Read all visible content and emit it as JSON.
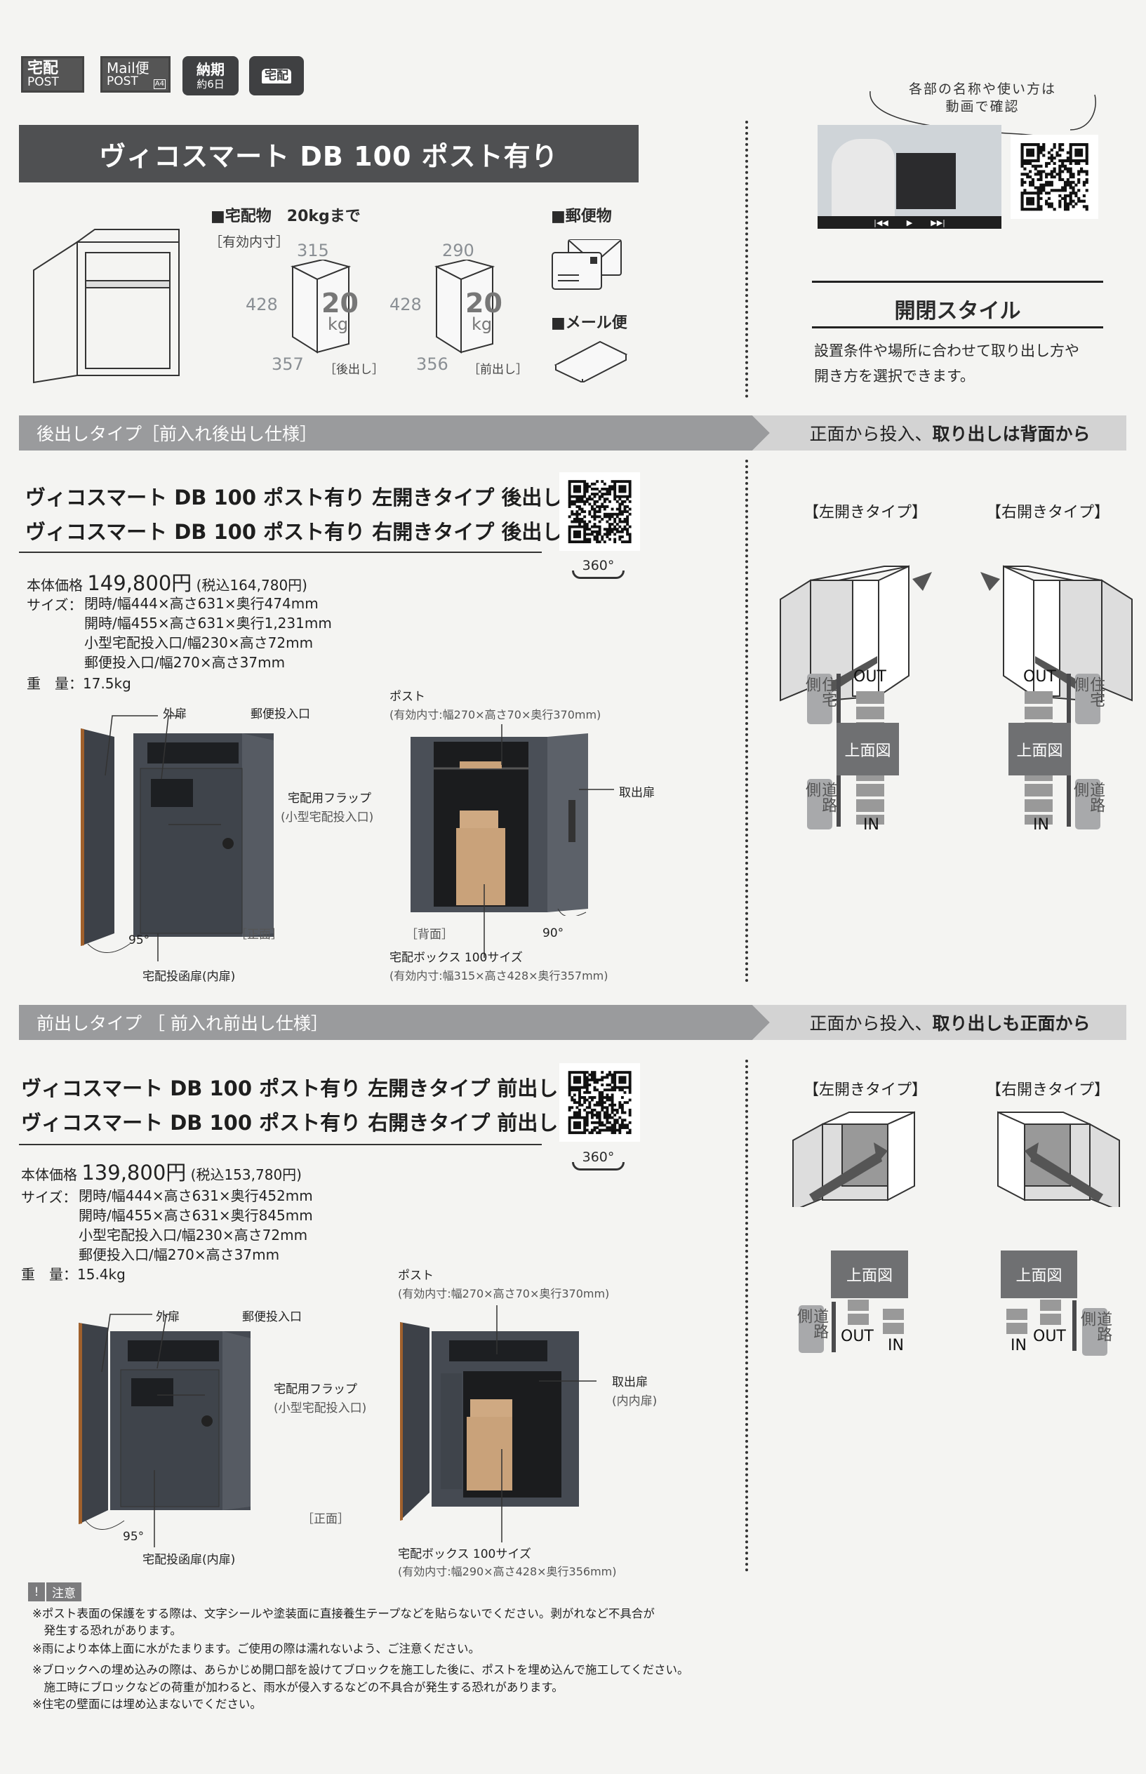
{
  "badges": {
    "takuhai_post": {
      "top": "宅配",
      "bottom": "POST"
    },
    "mail_post": {
      "top": "Mail便",
      "bottom": "POST",
      "a4": "A4"
    },
    "delivery": {
      "top": "納期",
      "bottom": "約6日"
    },
    "truck": "宅配"
  },
  "title": "ヴィコスマート DB 100 ポスト有り",
  "capacity": {
    "parcel_heading": "■宅配物　20kgまで",
    "inner_label": "［有効内寸］",
    "box1": {
      "w": "315",
      "h": "428",
      "d": "357",
      "weight": "20",
      "unit": "kg",
      "type": "［後出し］"
    },
    "box2": {
      "w": "290",
      "h": "428",
      "d": "356",
      "weight": "20",
      "unit": "kg",
      "type": "［前出し］"
    },
    "mail_heading": "■郵便物",
    "mailbin_heading": "■メール便"
  },
  "video": {
    "bubble_line1": "各部の名称や使い方は",
    "bubble_line2": "動画で確認",
    "controls": [
      "prev-icon",
      "play-icon",
      "next-icon"
    ]
  },
  "style_section": {
    "heading": "開閉スタイル",
    "desc_line1": "設置条件や場所に合わせて取り出し方や",
    "desc_line2": "開き方を選択できます。"
  },
  "sections": [
    {
      "bar_label": "後出しタイプ［前入れ後出し仕様］",
      "bar_right_normal": "正面から投入、",
      "bar_right_bold": "取り出しは背面から",
      "titles": [
        "ヴィコスマート DB 100 ポスト有り 左開きタイプ 後出し",
        "ヴィコスマート DB 100 ポスト有り 右開きタイプ 後出し"
      ],
      "view360": "360°",
      "price_label": "本体価格",
      "price": "149,800円",
      "price_tax": "(税込164,780円)",
      "size_label": "サイズ：",
      "sizes": [
        "閉時/幅444×高さ631×奥行474mm",
        "開時/幅455×高さ631×奥行1,231mm",
        "小型宅配投入口/幅230×高さ72mm",
        "郵便投入口/幅270×高さ37mm"
      ],
      "weight_label": "重　量：",
      "weight": "17.5kg",
      "photo": {
        "outer_door": "外扉",
        "mail_slot": "郵便投入口",
        "flap": "宅配用フラップ",
        "flap_sub": "(小型宅配投入口)",
        "front": "［正面］",
        "angle_left": "95°",
        "inner_door": "宅配投函扉(内扉)",
        "post": "ポスト",
        "post_dim": "(有効内寸:幅270×高さ70×奥行370mm)",
        "takeout": "取出扉",
        "back": "［背面］",
        "angle_right": "90°",
        "box": "宅配ボックス 100サイズ",
        "box_dim": "(有効内寸:幅315×高さ428×奥行357mm)"
      },
      "types": {
        "left": "【左開きタイプ】",
        "right": "【右開きタイプ】",
        "top_view": "上面図",
        "house_side": "住宅側",
        "road_side": "道路側",
        "out": "OUT",
        "in": "IN"
      }
    },
    {
      "bar_label": "前出しタイプ ［ 前入れ前出し仕様］",
      "bar_right_normal": "正面から投入、",
      "bar_right_bold": "取り出しも正面から",
      "titles": [
        "ヴィコスマート DB 100 ポスト有り 左開きタイプ 前出し",
        "ヴィコスマート DB 100 ポスト有り 右開きタイプ 前出し"
      ],
      "view360": "360°",
      "price_label": "本体価格",
      "price": "139,800円",
      "price_tax": "(税込153,780円)",
      "size_label": "サイズ：",
      "sizes": [
        "閉時/幅444×高さ631×奥行452mm",
        "開時/幅455×高さ631×奥行845mm",
        "小型宅配投入口/幅230×高さ72mm",
        "郵便投入口/幅270×高さ37mm"
      ],
      "weight_label": "重　量：",
      "weight": "15.4kg",
      "photo": {
        "outer_door": "外扉",
        "mail_slot": "郵便投入口",
        "flap": "宅配用フラップ",
        "flap_sub": "(小型宅配投入口)",
        "front": "［正面］",
        "angle_left": "95°",
        "inner_door": "宅配投函扉(内扉)",
        "post": "ポスト",
        "post_dim": "(有効内寸:幅270×高さ70×奥行370mm)",
        "takeout": "取出扉",
        "takeout_sub": "(内内扉)",
        "box": "宅配ボックス 100サイズ",
        "box_dim": "(有効内寸:幅290×高さ428×奥行356mm)"
      },
      "types": {
        "left": "【左開きタイプ】",
        "right": "【右開きタイプ】",
        "top_view": "上面図",
        "road_side": "道路側",
        "out": "OUT",
        "in": "IN"
      }
    }
  ],
  "notes": {
    "badge_icon": "!",
    "badge_label": "注意",
    "lines": [
      "※ポスト表面の保護をする際は、文字シールや塗装面に直接養生テープなどを貼らないでください。剥がれなど不具合が",
      "　発生する恐れがあります。",
      "※雨により本体上面に水がたまります。ご使用の際は濡れないよう、ご注意ください。",
      "※ブロックへの埋め込みの際は、あらかじめ開口部を設けてブロックを施工した後に、ポストを埋め込んで施工してください。",
      "　施工時にブロックなどの荷重が加わると、雨水が侵入するなどの不具合が発生する恐れがあります。",
      "※住宅の壁面には埋め込まないでください。"
    ]
  },
  "colors": {
    "title_bar": "#4f5052",
    "section_bar": "#9a9b9d",
    "section_bar_light": "#d3d3d3",
    "cabinet": "#4a4f57",
    "cardboard": "#c9a27a",
    "wood_edge": "#a0602c"
  }
}
